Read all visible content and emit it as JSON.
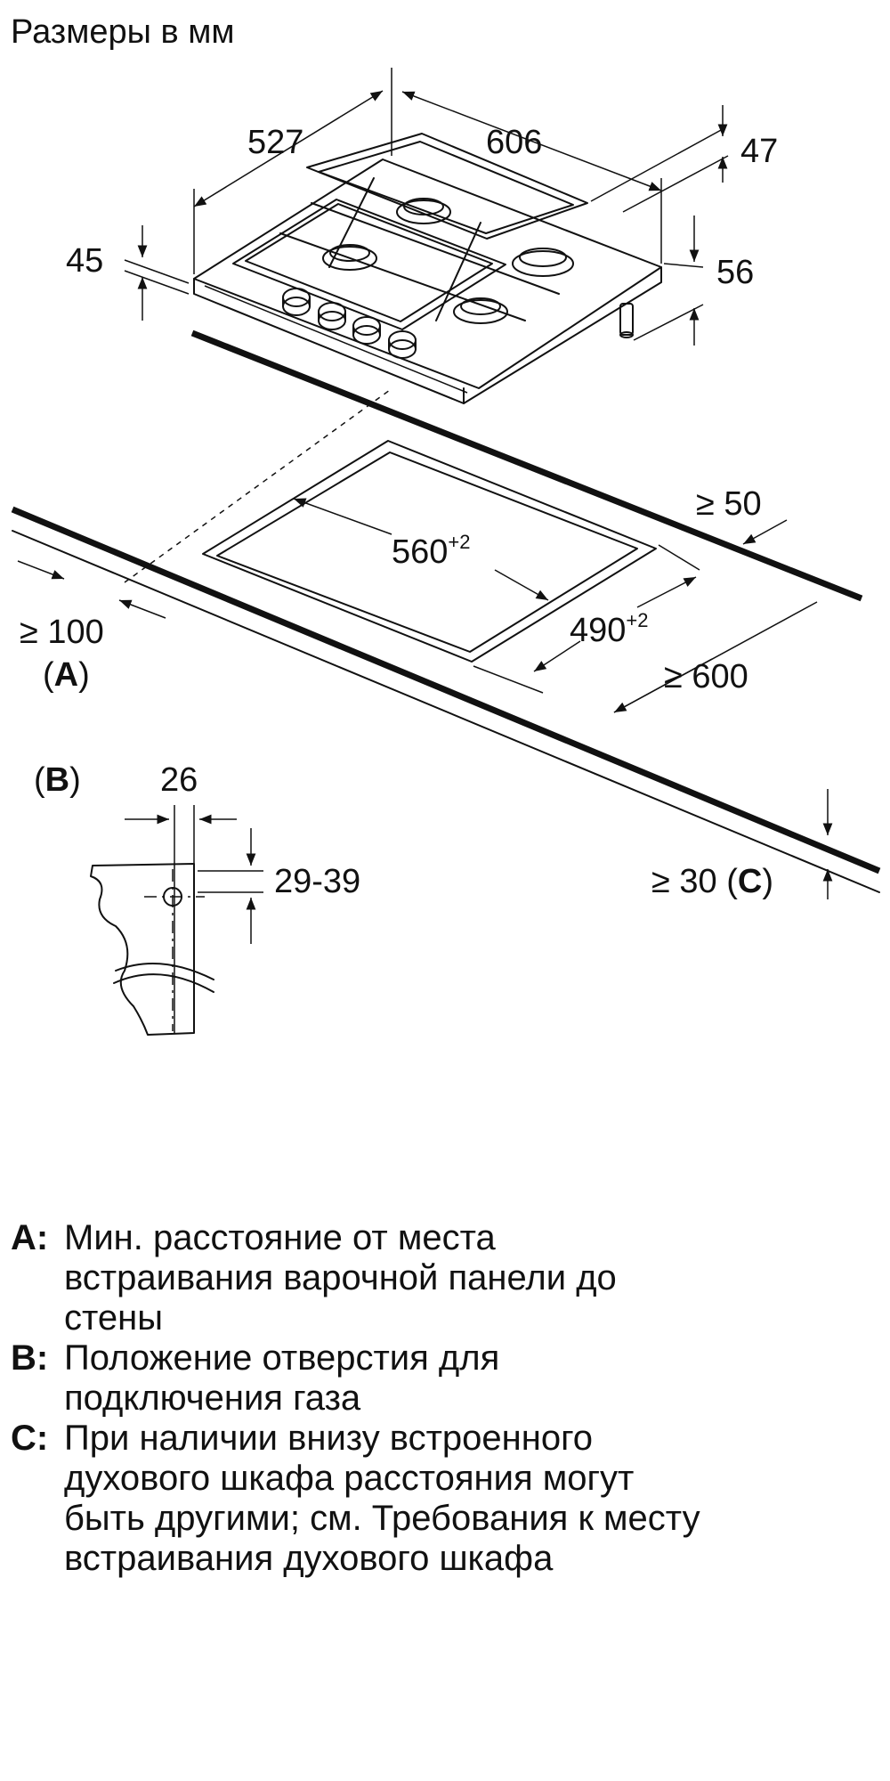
{
  "title": "Размеры в мм",
  "hob": {
    "width": "606",
    "depth": "527",
    "height_right": "47",
    "height_left": "45",
    "leg_height": "56"
  },
  "cutout": {
    "width": "560",
    "width_tol": "+2",
    "depth": "490",
    "depth_tol": "+2",
    "back_clearance": "≥ 50",
    "front_clearance": "≥ 600",
    "side_clearance": "≥ 100",
    "side_label": "A",
    "worktop_label": "≥ 30",
    "worktop_ref": "C"
  },
  "gas_connection": {
    "label": "B",
    "offset": "26",
    "height_range": "29-39"
  },
  "legend": [
    {
      "key": "A:",
      "lines": [
        "Мин. расстояние от места",
        "встраивания варочной панели до",
        "стены"
      ]
    },
    {
      "key": "B:",
      "lines": [
        "Положение отверстия для",
        "подключения газа"
      ]
    },
    {
      "key": "C:",
      "lines": [
        "При наличии внизу встроенного",
        "духового шкафа расстояния могут",
        "быть другими; см. Требования к месту",
        "встраивания духового шкафа"
      ]
    }
  ]
}
